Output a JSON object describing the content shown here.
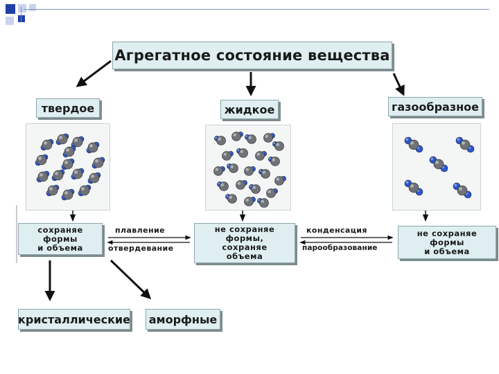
{
  "title": "Агрегатное состояние вещества",
  "states": {
    "solid": "твердое",
    "liquid": "жидкое",
    "gas": "газообразное"
  },
  "properties": {
    "solid": [
      "сохраняе",
      "формы",
      "и объема"
    ],
    "liquid": [
      "не сохраняе",
      "формы,",
      "сохраняе",
      "объема"
    ],
    "gas": [
      "не сохраняе",
      "формы",
      "и объема"
    ]
  },
  "transitions": {
    "melting": "плавление",
    "solidification": "отвердевание",
    "condensation": "конденсация",
    "vaporization": "парообразование"
  },
  "solid_types": {
    "crystalline": "кристаллические",
    "amorphous": "аморфные"
  },
  "colors": {
    "box_fill": "#dfeef0",
    "box_shadow": "#7f8a8c",
    "atom_blue": "#2b57d6",
    "atom_gray": "#6f7277"
  }
}
